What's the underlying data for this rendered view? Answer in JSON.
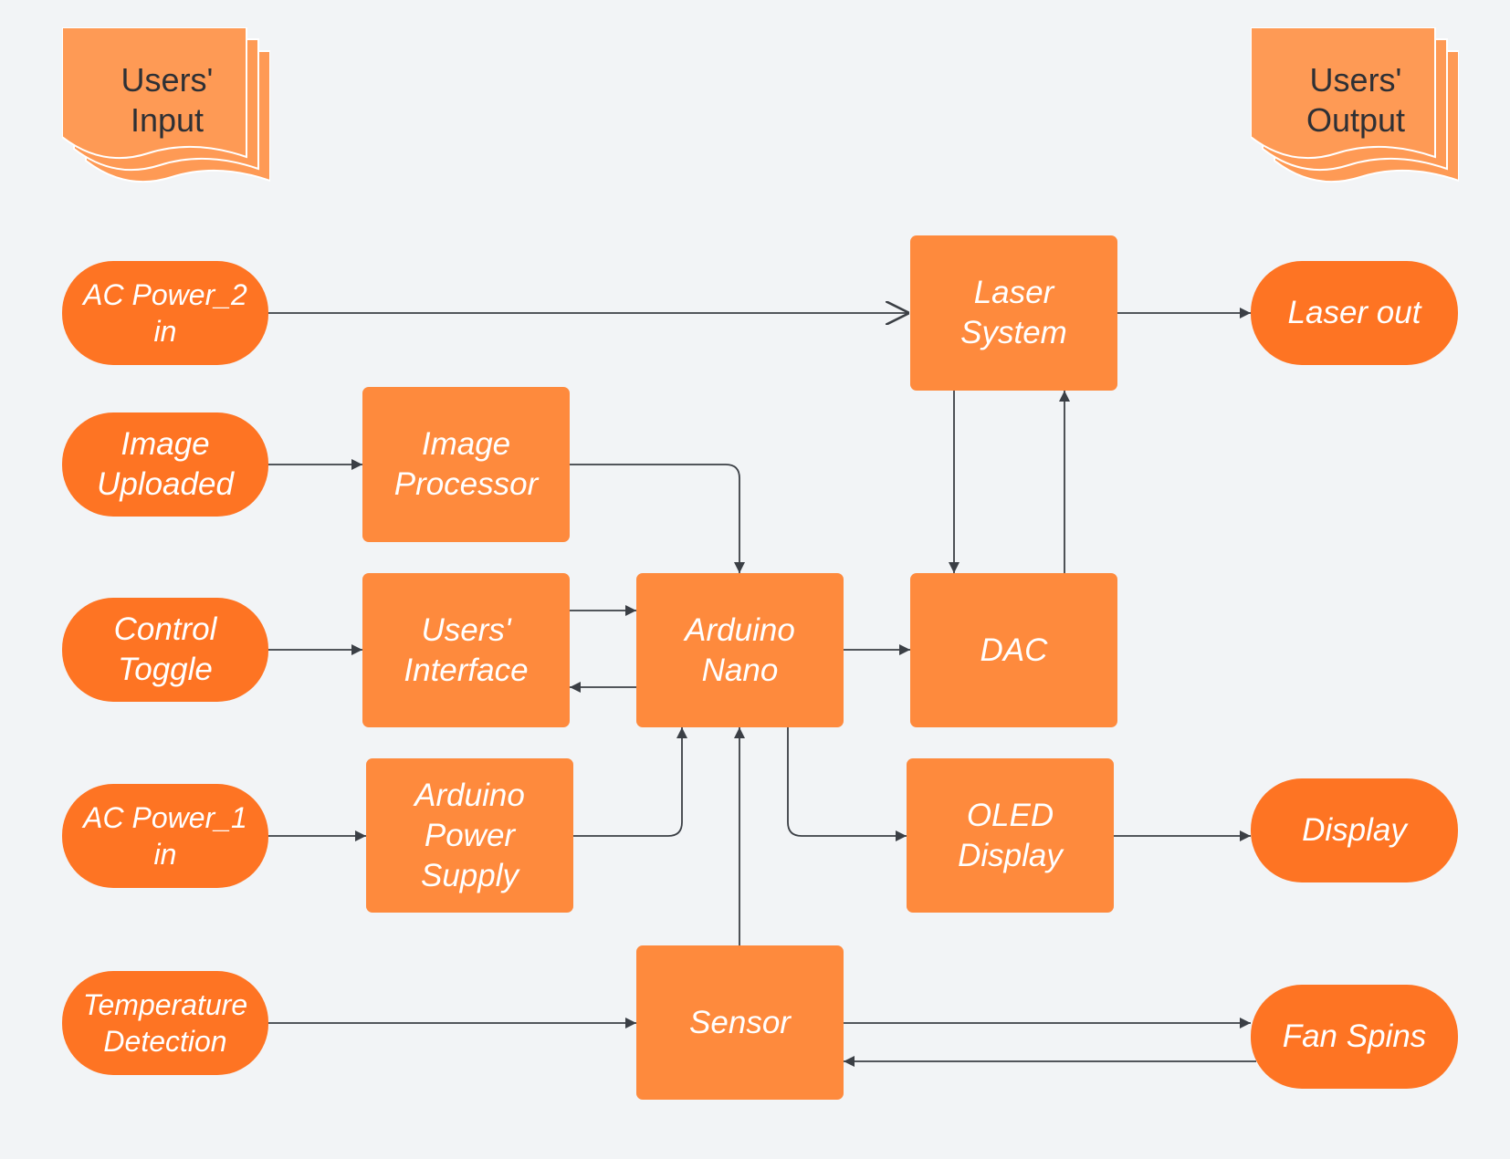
{
  "header": {
    "input_doc": "Users'\nInput",
    "output_doc": "Users'\nOutput"
  },
  "inputs": {
    "ac_power_2": "AC Power_2\nin",
    "image_uploaded": "Image\nUploaded",
    "control_toggle": "Control\nToggle",
    "ac_power_1": "AC Power_1\nin",
    "temperature_detection": "Temperature\nDetection"
  },
  "blocks": {
    "image_processor": "Image\nProcessor",
    "users_interface": "Users'\nInterface",
    "arduino_power_supply": "Arduino\nPower\nSupply",
    "arduino_nano": "Arduino\nNano",
    "sensor": "Sensor",
    "laser_system": "Laser\nSystem",
    "dac": "DAC",
    "oled_display": "OLED\nDisplay"
  },
  "outputs": {
    "laser_out": "Laser out",
    "display": "Display",
    "fan_spins": "Fan Spins"
  },
  "colors": {
    "terminal": "#fe7423",
    "block": "#fe8a3d",
    "document": "#fe9a55",
    "background": "#f2f4f6",
    "connector": "#3b3f45"
  }
}
